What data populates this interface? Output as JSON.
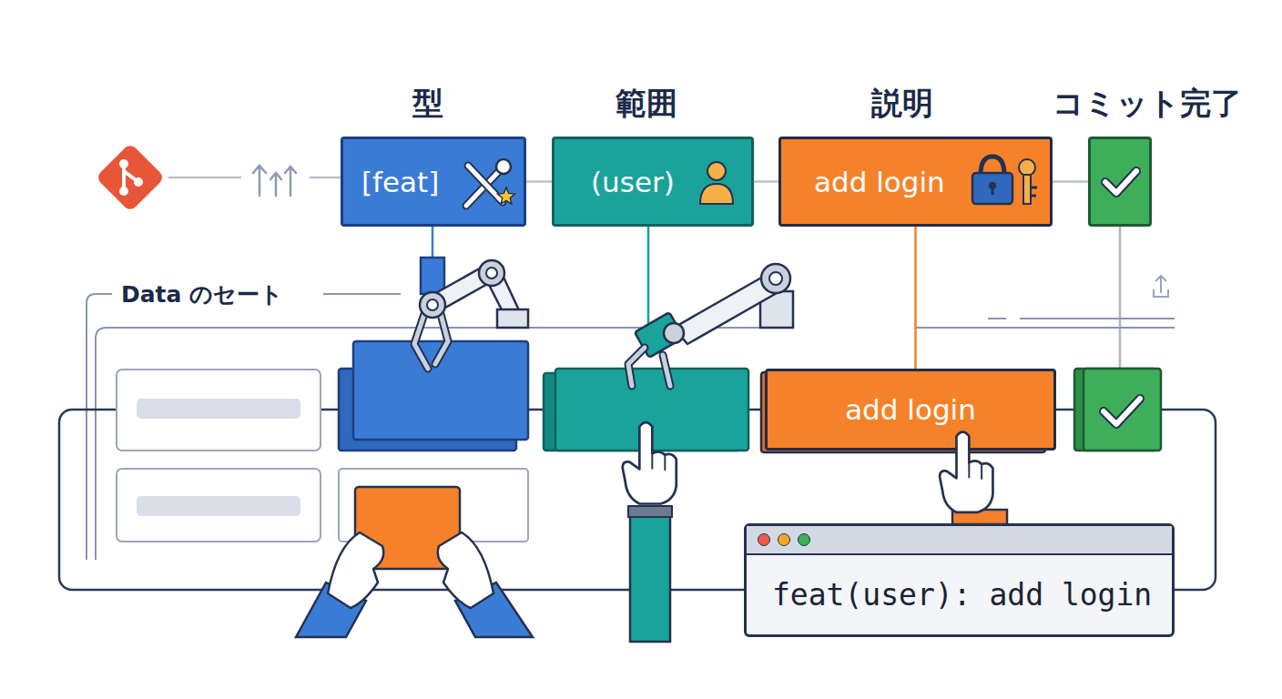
{
  "diagram": {
    "nodes": [
      {
        "text": [
          "型",
          "[feat]"
        ]
      },
      {
        "text": [
          "範囲",
          "(user)"
        ]
      },
      {
        "text": [
          "説明",
          "add login"
        ]
      },
      {
        "text": [
          "コミット完了"
        ]
      },
      {
        "text": [
          "add login"
        ]
      },
      {
        "text": [
          "feat(user): add login"
        ]
      }
    ],
    "edges": [
      {
        "from": 0,
        "to": 1,
        "arrow": "none"
      },
      {
        "from": 1,
        "to": 2,
        "arrow": "none"
      },
      {
        "from": 2,
        "to": 3,
        "arrow": "none"
      },
      {
        "from": 2,
        "to": 4,
        "arrow": "none"
      }
    ],
    "labels": [
      "Data のセート"
    ]
  }
}
